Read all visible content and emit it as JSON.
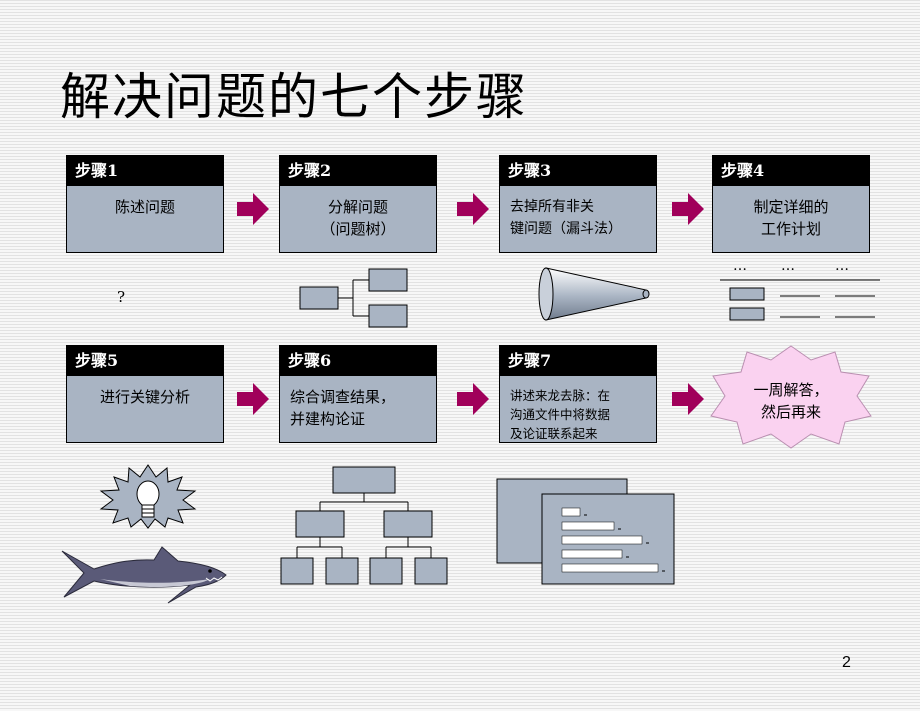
{
  "title": "解决问题的七个步骤",
  "steps": [
    {
      "header": "步骤1",
      "lines": [
        "陈述问题"
      ]
    },
    {
      "header": "步骤2",
      "lines": [
        "分解问题",
        "（问题树）"
      ]
    },
    {
      "header": "步骤3",
      "lines": [
        "去掉所有非关",
        "键问题（漏斗法）"
      ]
    },
    {
      "header": "步骤4",
      "lines": [
        "制定详细的",
        "工作计划"
      ]
    },
    {
      "header": "步骤5",
      "lines": [
        "进行关键分析"
      ]
    },
    {
      "header": "步骤6",
      "lines": [
        "综合调查结果，",
        "并建构论证"
      ]
    },
    {
      "header": "步骤7",
      "lines": [
        "讲述来龙去脉：在",
        "沟通文件中将数据",
        "及论证联系起来"
      ]
    }
  ],
  "question_mark": "?",
  "final_burst": {
    "lines": [
      "一周解答，",
      "然后再来"
    ]
  },
  "plan_dots": [
    "…",
    "…",
    "…"
  ],
  "page_number": "2",
  "colors": {
    "box": "#a9b4c3",
    "arrow": "#a0005a",
    "burst": "#fad2f0"
  }
}
